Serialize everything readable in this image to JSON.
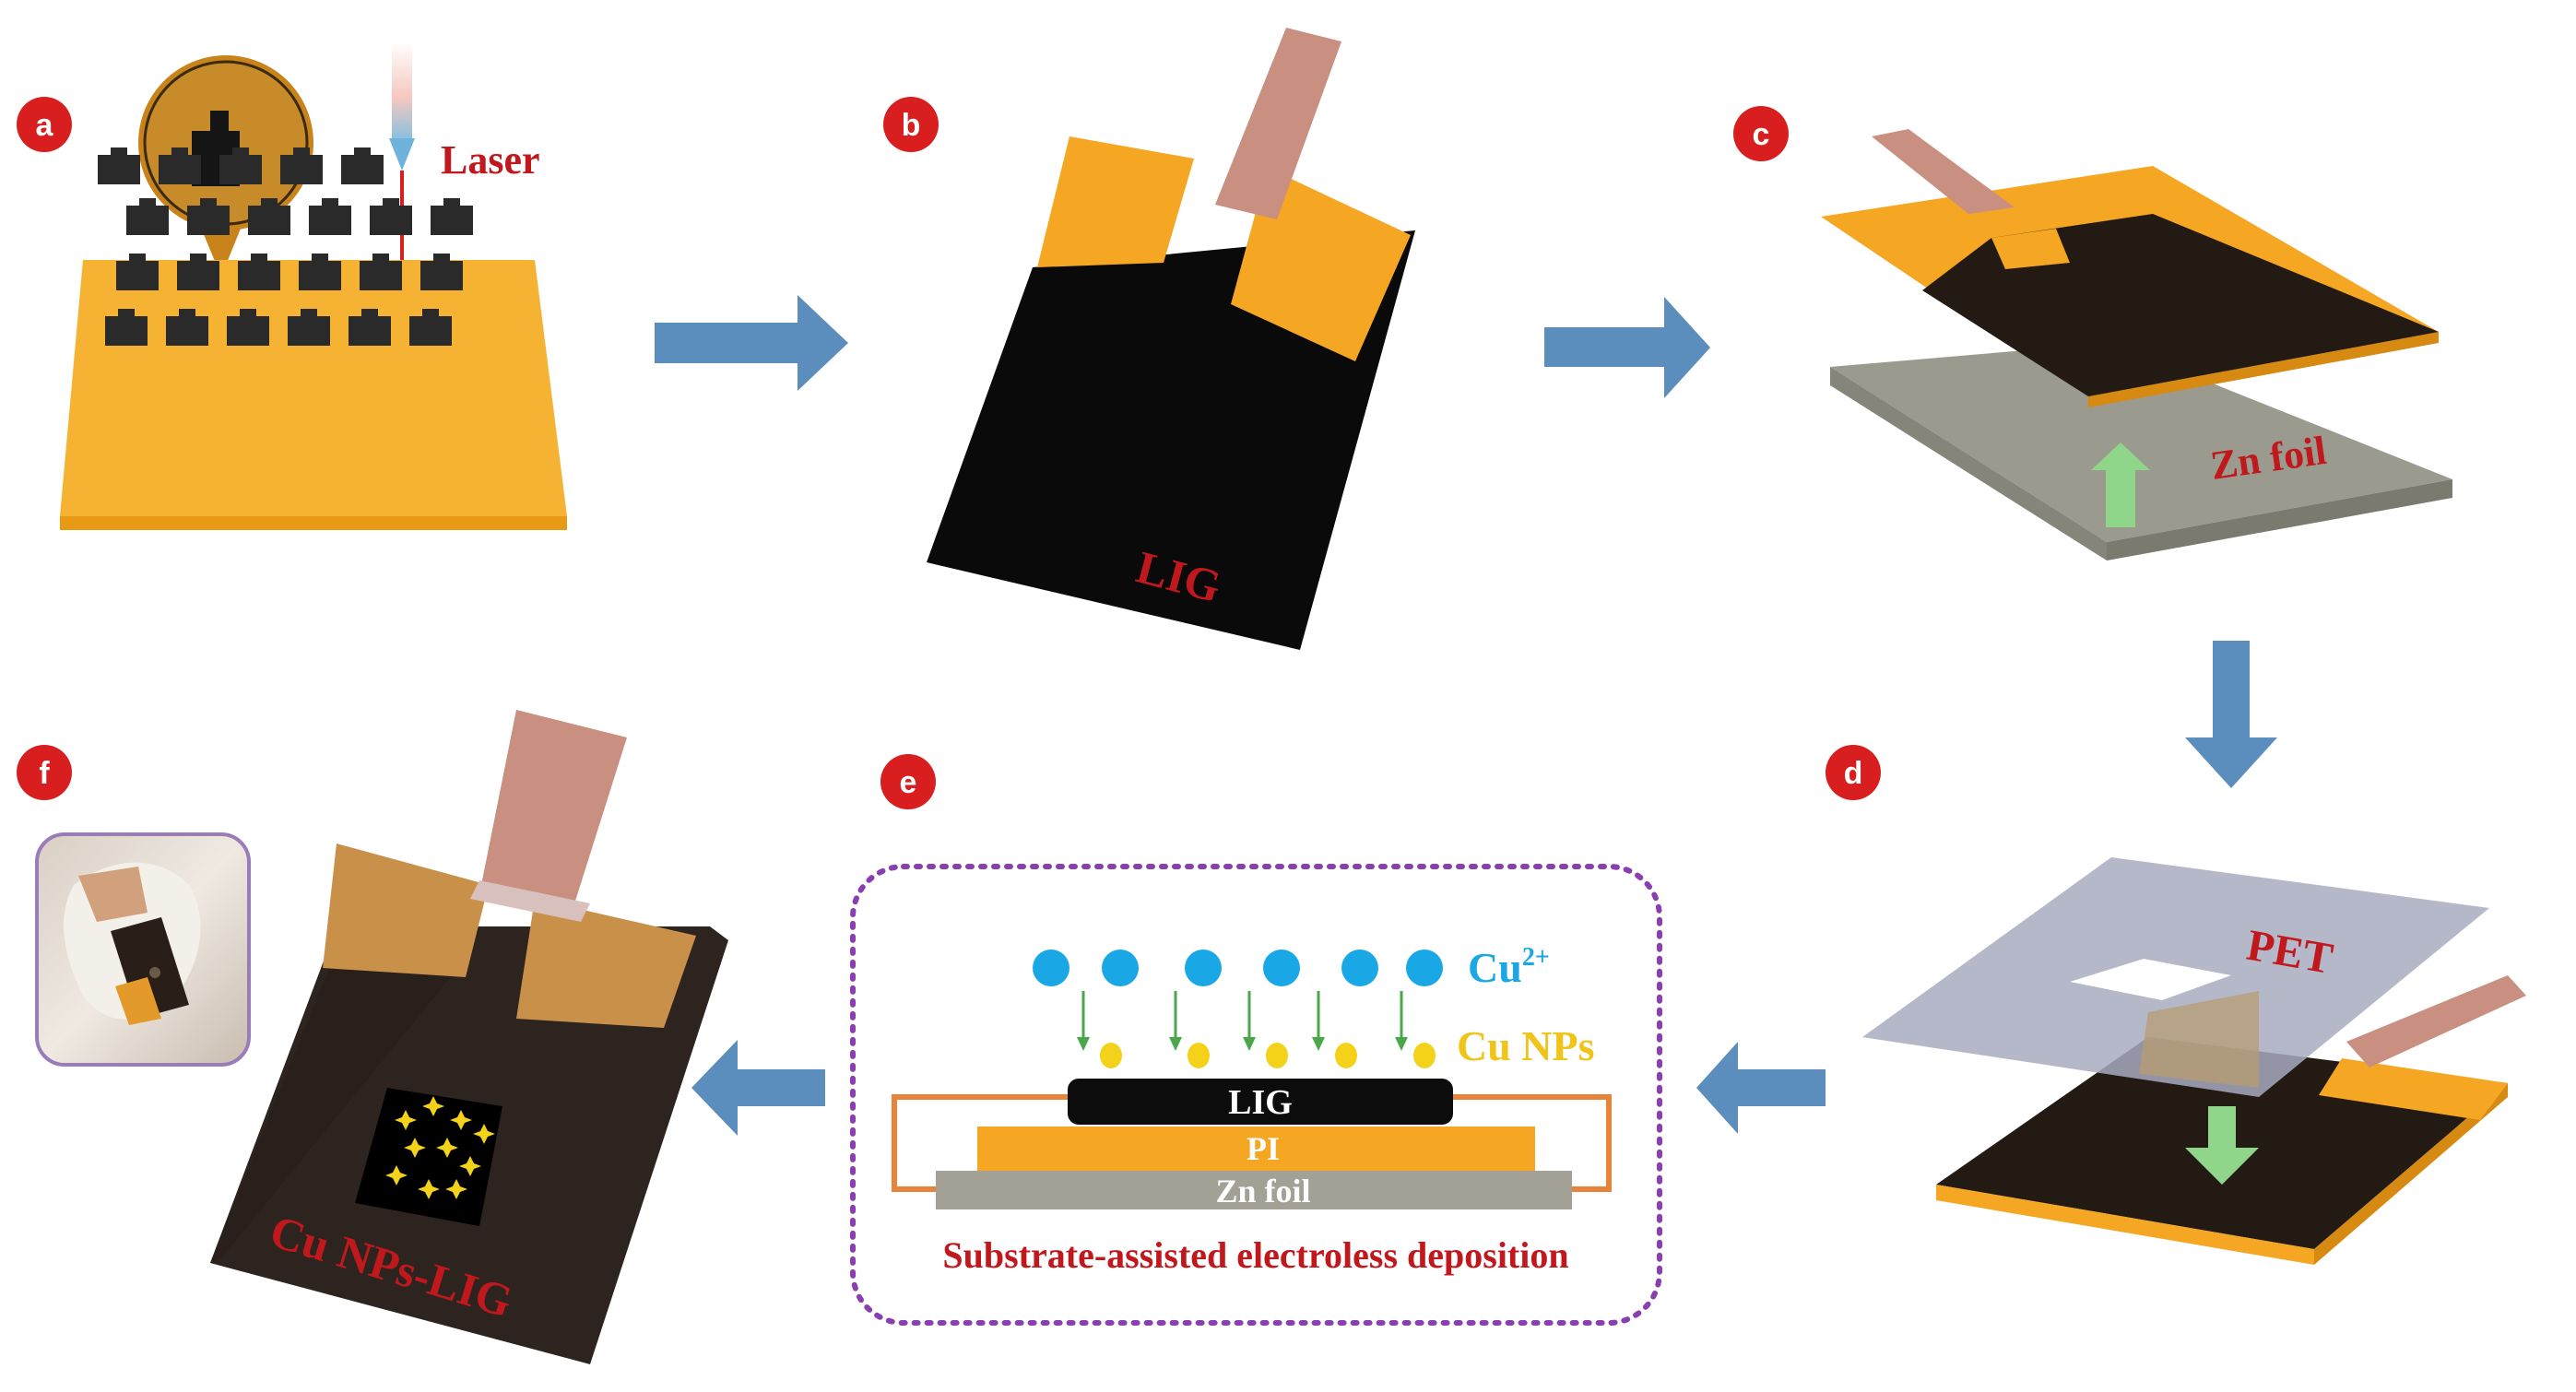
{
  "panels": {
    "a": {
      "badge": "a",
      "laser_label": "Laser"
    },
    "b": {
      "badge": "b",
      "lig_label": "LIG"
    },
    "c": {
      "badge": "c",
      "zn_foil_label": "Zn foil"
    },
    "d": {
      "badge": "d",
      "pet_label": "PET"
    },
    "e": {
      "badge": "e",
      "cu_ion_label": "Cu",
      "cu_ion_charge": "2+",
      "cu_nps_label": "Cu NPs",
      "layer_lig": "LIG",
      "layer_pi": "PI",
      "layer_zn": "Zn foil",
      "caption": "Substrate-assisted electroless deposition"
    },
    "f": {
      "badge": "f",
      "product_label": "Cu NPs-LIG"
    }
  },
  "colors": {
    "badge_red": "#d81e1e",
    "label_red": "#c0181c",
    "polyimide_orange": "#f5a623",
    "lig_black": "#0c0c0c",
    "copper_tab": "#c98f80",
    "zn_gray": "#9a9a8e",
    "pet_blue_gray": "#a7acc0",
    "arrow_blue": "#5b8dbd",
    "cu_ion_blue": "#1aa7e6",
    "cu_np_yellow": "#f5d21a",
    "dotted_border_purple": "#8a3fb0",
    "green_arrow": "#8fd68a"
  },
  "icons": [
    "laser-beam-icon",
    "flow-arrow-icon",
    "green-up-arrow-icon",
    "green-down-arrow-icon",
    "cu-ion-icon",
    "cu-np-icon"
  ]
}
